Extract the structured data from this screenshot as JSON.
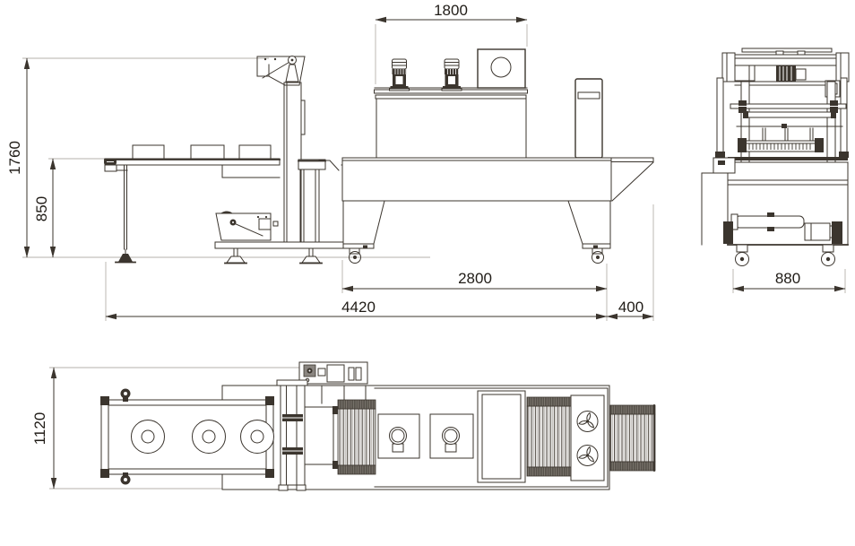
{
  "meta": {
    "background_color": "#ffffff",
    "line_color": "#3b352e",
    "light_line_color": "#b5b1ab",
    "text_color": "#201c17"
  },
  "dimensions": {
    "side_view": {
      "tunnel_top_width": "1800",
      "overall_height": "1760",
      "table_height": "850",
      "tunnel_length": "2800",
      "overall_length": "4420",
      "outfeed_length": "400"
    },
    "end_view": {
      "machine_width": "880"
    },
    "plan_view": {
      "overall_width": "1120"
    }
  }
}
